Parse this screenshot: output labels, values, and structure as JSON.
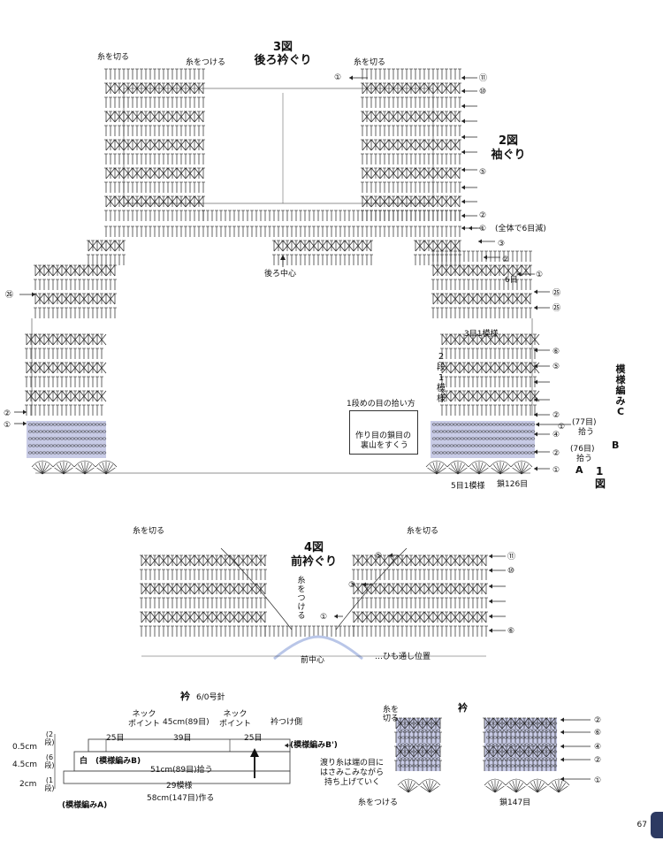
{
  "fig3": {
    "title_num": "3図",
    "title": "後ろ衿ぐり",
    "cut_left": "糸を切る",
    "attach": "糸をつける",
    "cut_right": "糸を切る"
  },
  "fig2": {
    "title_num": "2図",
    "title": "袖ぐり"
  },
  "fig1": {
    "title_num": "1",
    "title_suffix": "図",
    "bottom_left": "5目1模様",
    "bottom_right": "鎖126目",
    "back_center": "後ろ中心",
    "pattern3": "3目1模様",
    "pattern2": "2段1模様",
    "decrease": "(全体で6目減)",
    "six_me": "6目",
    "pick77": "(77目)",
    "pick77b": "拾う",
    "pick76": "(76目)",
    "pick76b": "拾う",
    "band_c": "模様編みC",
    "band_b": "B",
    "band_a": "A"
  },
  "inset": {
    "title": "1段めの目の拾い方",
    "line1": "作り目の鎖目の",
    "line2": "裏山をすくう"
  },
  "fig4": {
    "title_num": "4図",
    "title": "前衿ぐり",
    "cut_left": "糸を切る",
    "cut_right": "糸を切る",
    "attach": "糸をつける",
    "front_center": "前中心",
    "cord": "…ひも通し位置"
  },
  "collar": {
    "title": "衿",
    "needle": "6/0号針",
    "neck_point_l": "ネック\nポイント",
    "neck_point_r": "ネック\nポイント",
    "width45": "45cm(89目)",
    "side": "衿つけ側",
    "n25a": "25目",
    "n39": "39目",
    "n25b": "25目",
    "pattern_b2": "(模様編みB')",
    "white": "白",
    "pattern_b": "(模様編みB)",
    "w51": "51cm(89目)拾う",
    "rep29": "29模様",
    "w58": "58cm(147目)作る",
    "pattern_a": "(模様編みA)",
    "h05": "0.5cm",
    "h45": "4.5cm",
    "h2": "2cm",
    "r2": "(2段)",
    "r6": "(6段)",
    "r1": "(1段)"
  },
  "collar_chart": {
    "title": "衿",
    "cut": "糸を切る",
    "note1": "渡り糸は端の目に",
    "note2": "はさみこみながら",
    "note3": "持ち上げていく",
    "attach": "糸をつける",
    "chain": "鎖147目"
  },
  "rows": {
    "c1": "①",
    "c2": "②",
    "c3": "③",
    "c4": "④",
    "c5": "⑤",
    "c6": "⑥",
    "c10": "⑩",
    "c11": "⑪",
    "c25": "㉕",
    "c26": "㉖"
  },
  "page_number": "67"
}
